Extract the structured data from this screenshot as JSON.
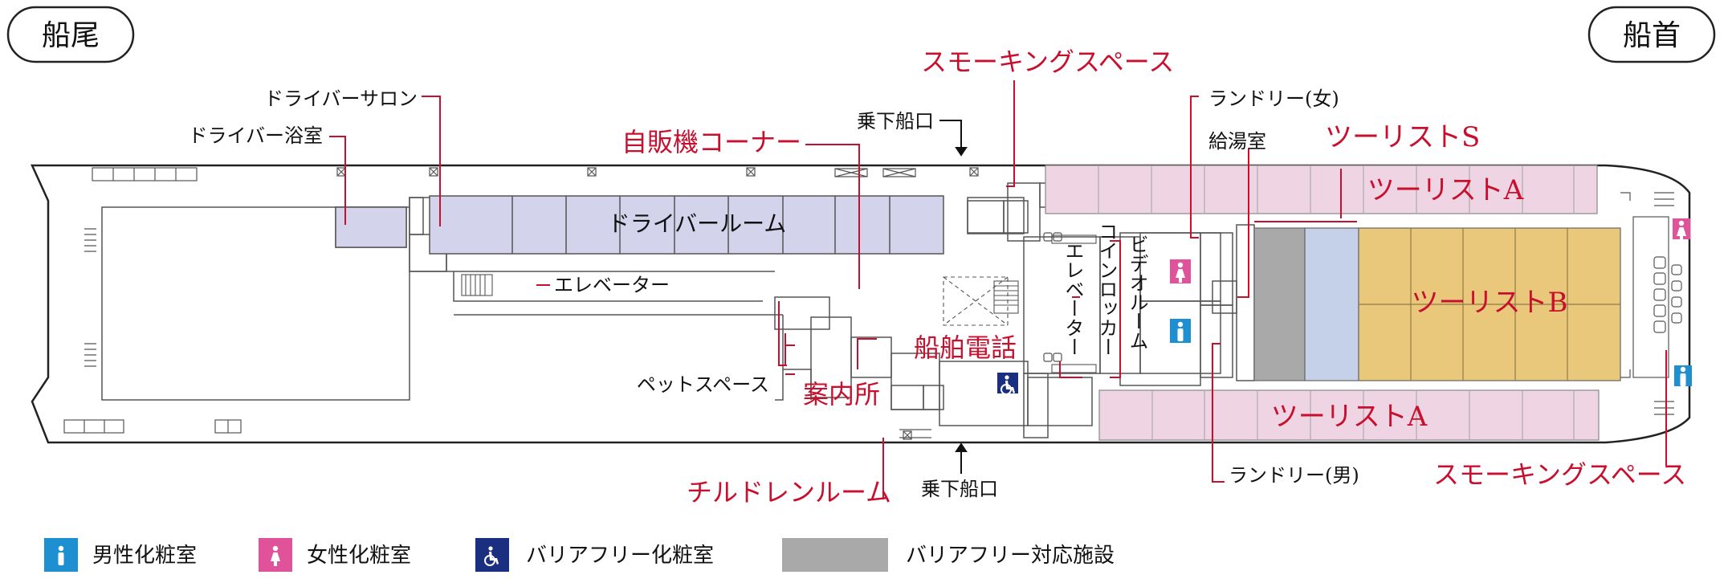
{
  "orientation": {
    "stern": "船尾",
    "bow": "船首"
  },
  "colors": {
    "outline": "#222222",
    "leader": "#c8102e",
    "driver_room": "#d3d4ec",
    "tourist_a": "#efd5e4",
    "tourist_b": "#e9c87c",
    "tourist_s": "#c4d1e8",
    "accessible_facility": "#a9a9a9",
    "male_icon": "#1e8fd0",
    "female_icon": "#e0529a",
    "accessible_icon": "#1b2f80"
  },
  "labels": {
    "driver_salon": "ドライバーサロン",
    "driver_bath": "ドライバー浴室",
    "vending_corner": "自販機コーナー",
    "boarding_top": "乗下船口",
    "smoking_top": "スモーキングスペース",
    "laundry_female": "ランドリー(女)",
    "hot_water": "給湯室",
    "tourist_s": "ツーリストS",
    "tourist_a_top": "ツーリストA",
    "driver_room": "ドライバールーム",
    "elevator_left": "エレベーター",
    "coin_locker": "コインロッカー",
    "video_room": "ビデオルーム",
    "elevator_center": "エレベーター",
    "tourist_b": "ツーリストB",
    "pet_space": "ペットスペース",
    "ship_phone": "船舶電話",
    "information": "案内所",
    "tourist_a_bottom": "ツーリストA",
    "children_room": "チルドレンルーム",
    "boarding_bottom": "乗下船口",
    "laundry_male": "ランドリー(男)",
    "smoking_bottom": "スモーキングスペース"
  },
  "legend": {
    "male_restroom": "男性化粧室",
    "female_restroom": "女性化粧室",
    "accessible_restroom": "バリアフリー化粧室",
    "accessible_facility": "バリアフリー対応施設"
  },
  "icons": {
    "male": "male-restroom-icon",
    "female": "female-restroom-icon",
    "accessible": "wheelchair-icon",
    "arrow": "arrow-icon"
  }
}
